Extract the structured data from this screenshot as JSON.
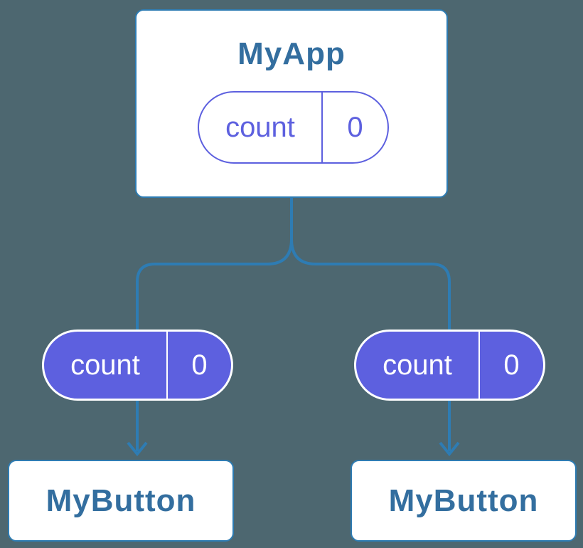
{
  "colors": {
    "background": "#4d6770",
    "line": "#2e7cb3",
    "heading": "#336e9f",
    "purple": "#5d60df",
    "card_bg": "#ffffff",
    "pill_text": "#ffffff"
  },
  "root_card": {
    "title": "MyApp",
    "state": {
      "name": "count",
      "value": "0"
    }
  },
  "child_cards": [
    {
      "title": "MyButton",
      "state": {
        "name": "count",
        "value": "0"
      }
    },
    {
      "title": "MyButton",
      "state": {
        "name": "count",
        "value": "0"
      }
    }
  ]
}
